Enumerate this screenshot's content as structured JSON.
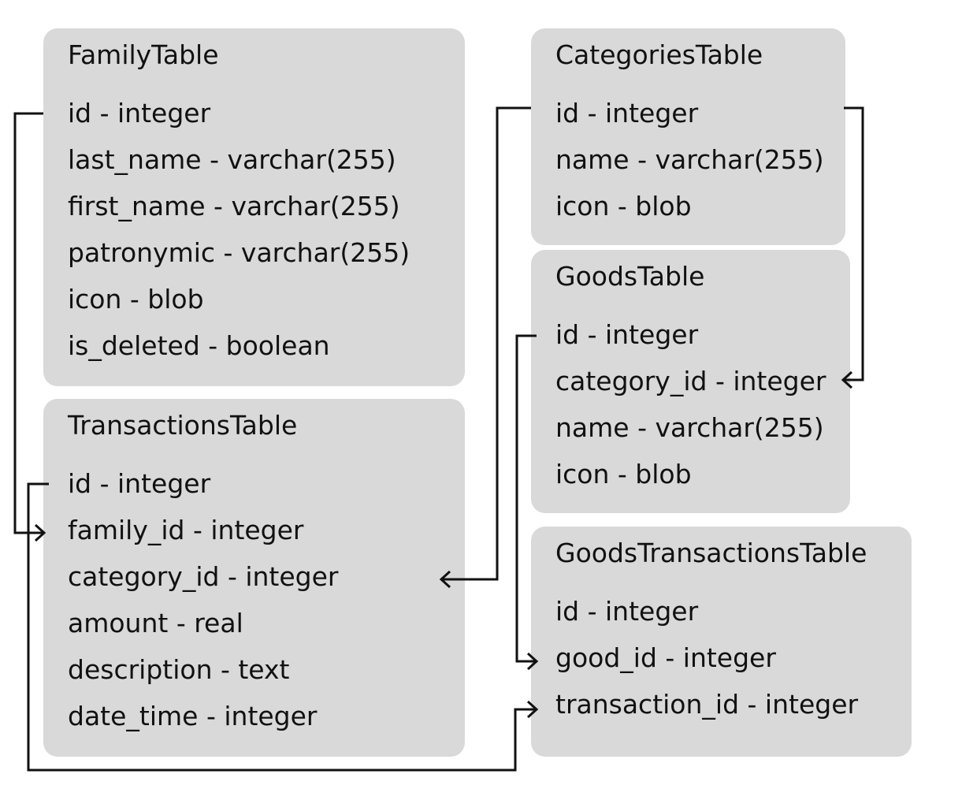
{
  "tables": {
    "family": {
      "title": "FamilyTable",
      "fields": [
        "id - integer",
        "last_name - varchar(255)",
        "first_name - varchar(255)",
        "patronymic - varchar(255)",
        "icon - blob",
        "is_deleted - boolean"
      ]
    },
    "categories": {
      "title": "CategoriesTable",
      "fields": [
        "id - integer",
        "name - varchar(255)",
        "icon - blob"
      ]
    },
    "goods": {
      "title": "GoodsTable",
      "fields": [
        "id - integer",
        "category_id - integer",
        "name - varchar(255)",
        "icon - blob"
      ]
    },
    "transactions": {
      "title": "TransactionsTable",
      "fields": [
        "id - integer",
        "family_id - integer",
        "category_id - integer",
        "amount - real",
        "description - text",
        "date_time - integer"
      ]
    },
    "goods_transactions": {
      "title": "GoodsTransactionsTable",
      "fields": [
        "id - integer",
        "good_id - integer",
        "transaction_id - integer"
      ]
    }
  },
  "colors": {
    "box_fill": "#d9d9d9",
    "line": "#111111",
    "text": "#111111",
    "background": "#ffffff"
  }
}
